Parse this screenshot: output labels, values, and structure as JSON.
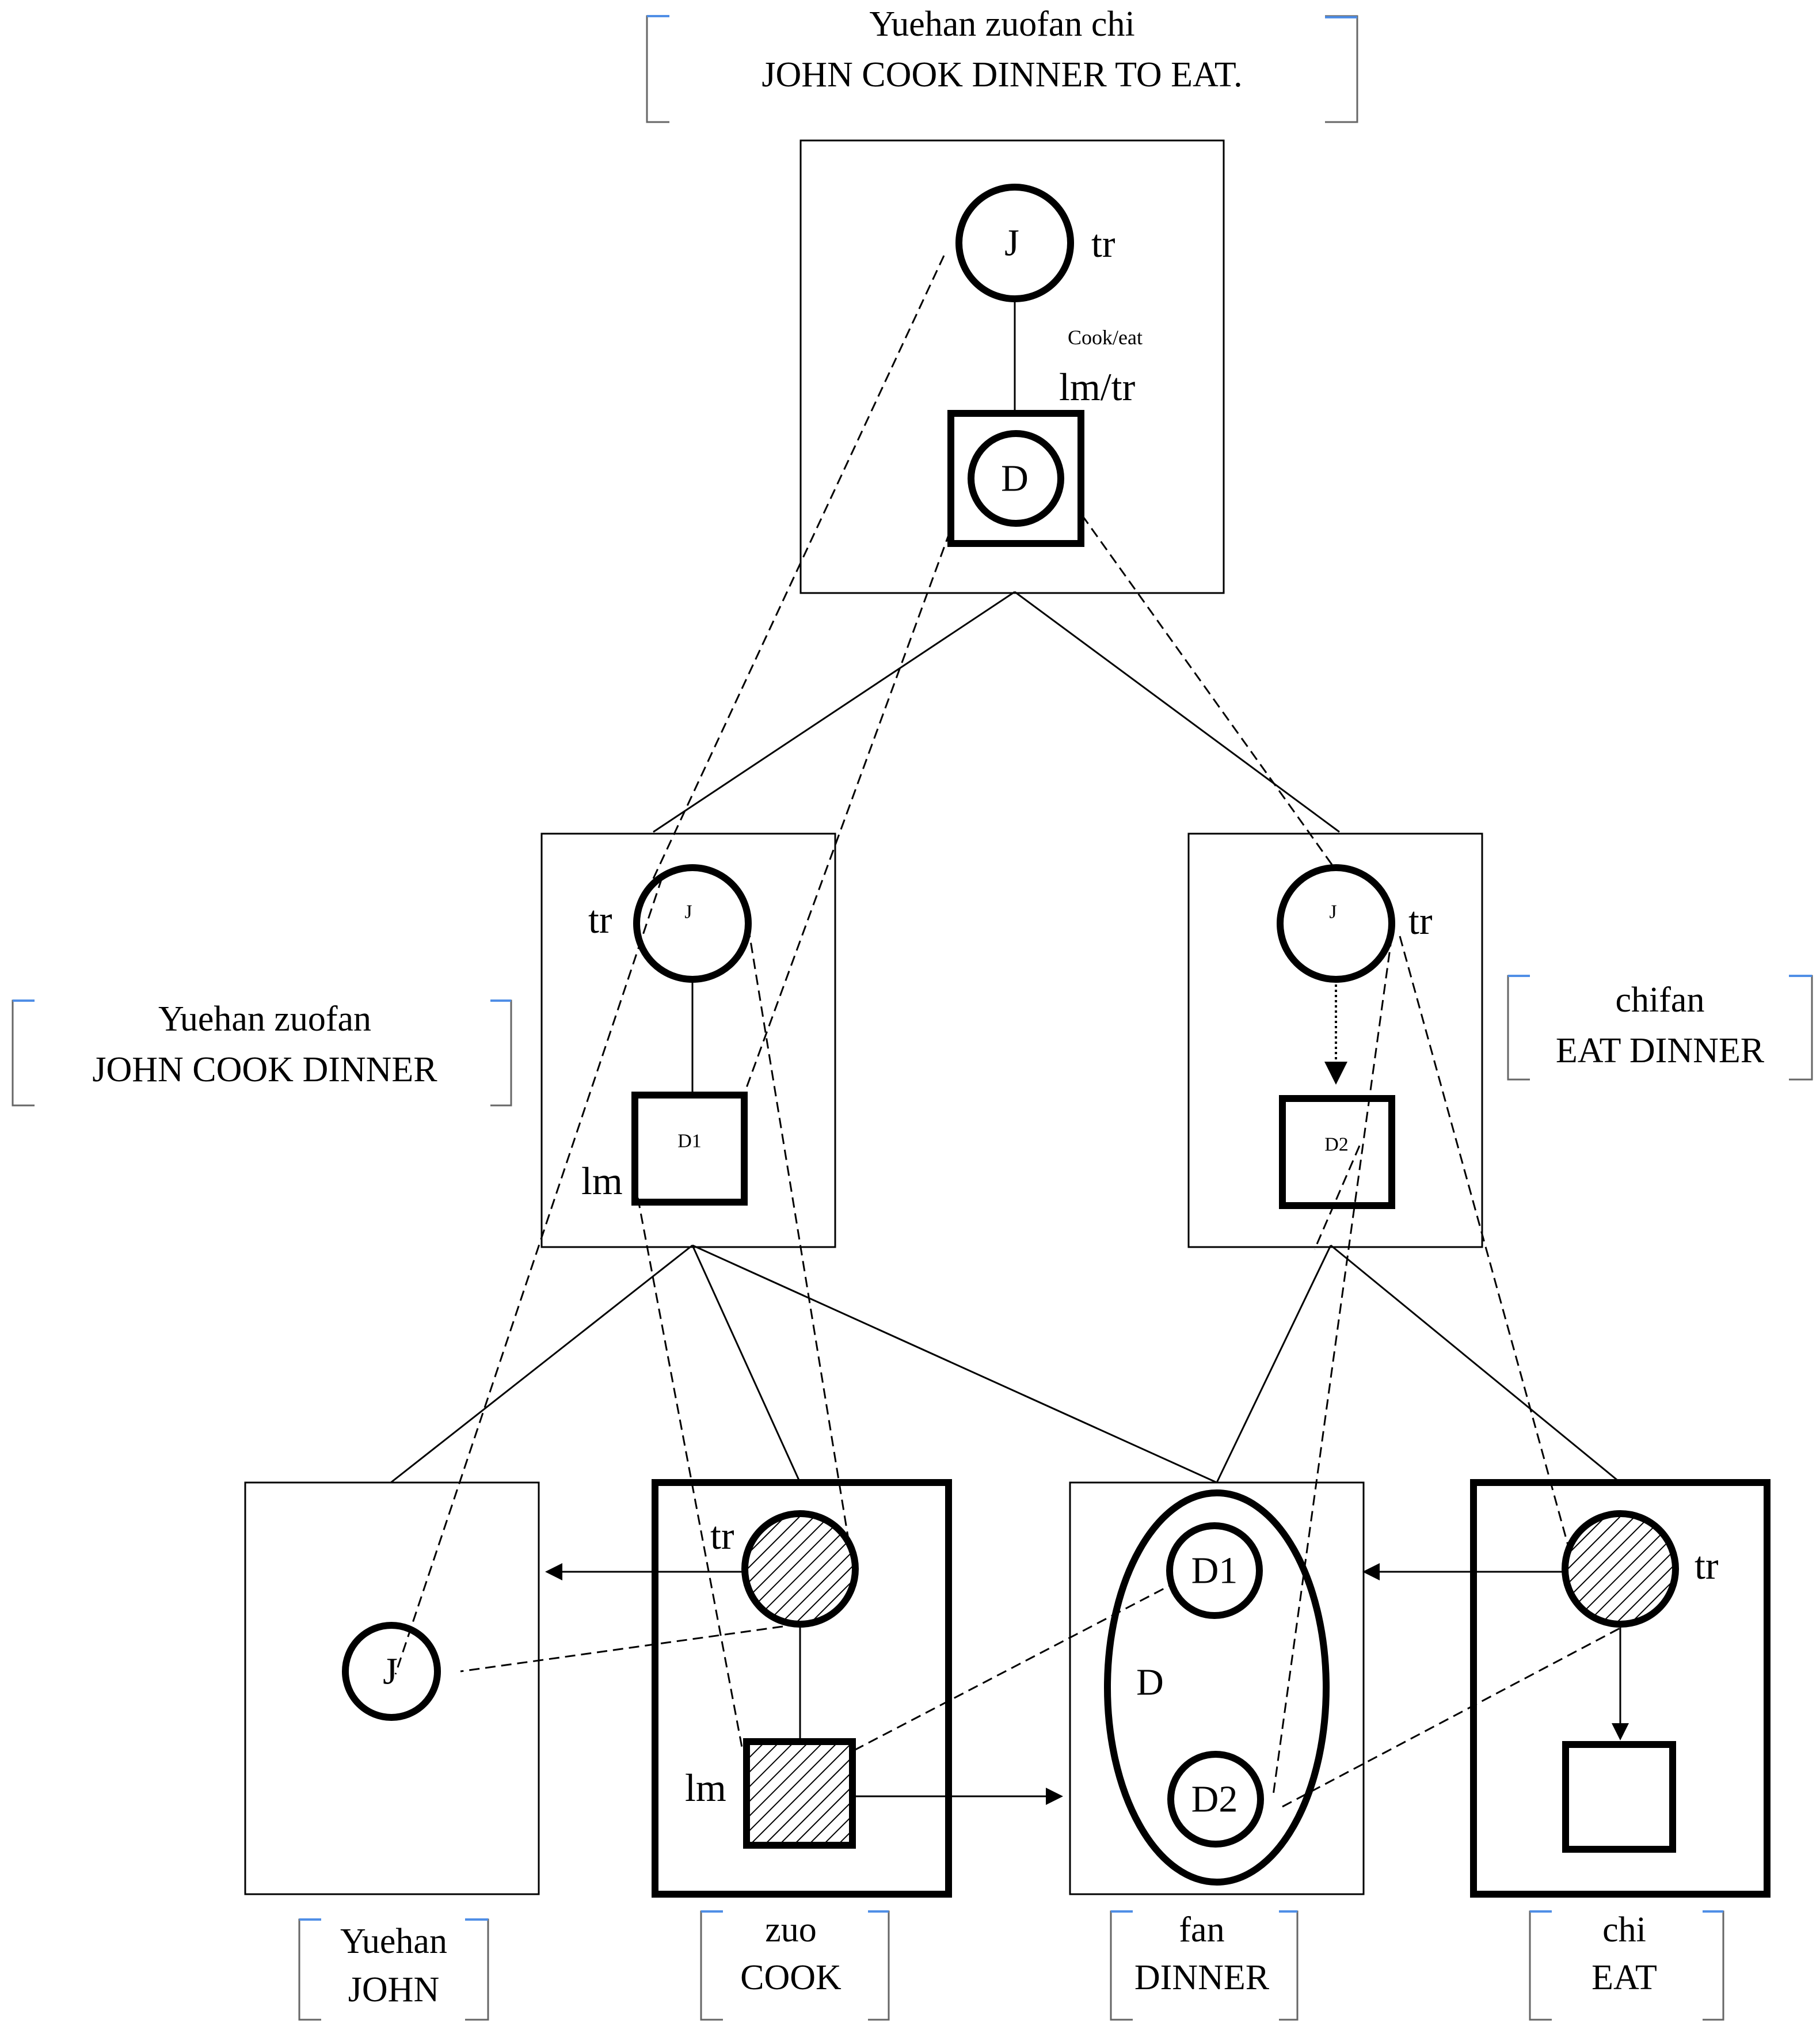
{
  "top": {
    "gloss_line1": "Yuehan zuofan chi",
    "gloss_line2": "JOHN COOK DINNER TO EAT.",
    "node_j": "J",
    "node_d": "D",
    "label_tr": "tr",
    "label_relation": "Cook/eat",
    "label_lmtr": "lm/tr"
  },
  "mid_left": {
    "gloss_line1": "Yuehan zuofan",
    "gloss_line2": "JOHN COOK DINNER",
    "node_j": "J",
    "node_d": "D1",
    "label_tr": "tr",
    "label_lm": "lm"
  },
  "mid_right": {
    "gloss_line1": "chifan",
    "gloss_line2": "EAT DINNER",
    "node_j": "J",
    "node_d": "D2",
    "label_tr": "tr"
  },
  "bottom": {
    "john": {
      "node": "J",
      "gloss_line1": "Yuehan",
      "gloss_line2": "JOHN"
    },
    "cook": {
      "label_tr": "tr",
      "label_lm": "lm",
      "gloss_line1": "zuo",
      "gloss_line2": "COOK"
    },
    "dinner": {
      "node_d1": "D1",
      "node_d2": "D2",
      "node_d": "D",
      "gloss_line1": "fan",
      "gloss_line2": "DINNER"
    },
    "eat": {
      "label_tr": "tr",
      "gloss_line1": "chi",
      "gloss_line2": "EAT"
    }
  },
  "colors": {
    "ink": "#000000",
    "bracket_accent": "#4f8ee6",
    "bracket_line": "#666666"
  }
}
